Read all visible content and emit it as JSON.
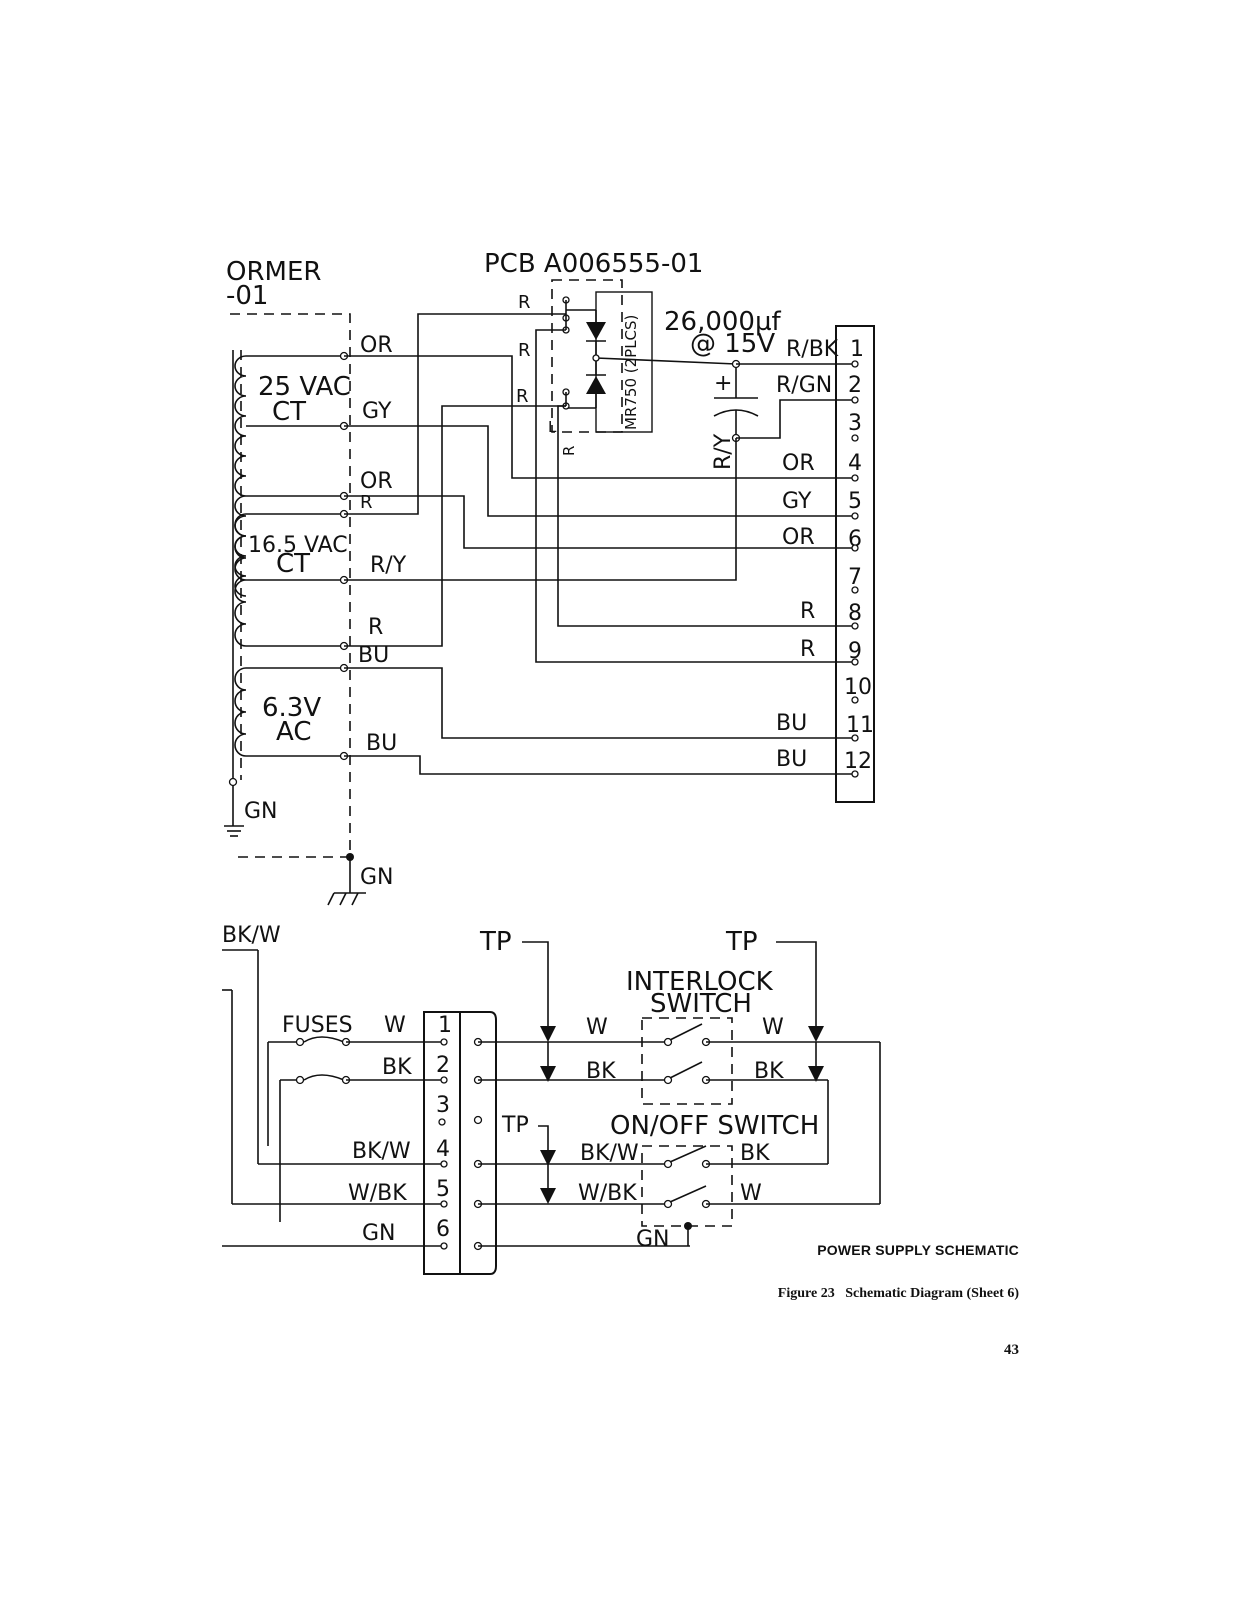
{
  "transformer": {
    "title_line1": "ORMER",
    "title_line2": "-01",
    "winding_25": {
      "line1": "25 VAC",
      "line2": "CT"
    },
    "winding_16": {
      "line1": "16.5 VAC",
      "line2": "CT"
    },
    "winding_63": {
      "line1": "6.3V",
      "line2": "AC"
    },
    "lead_labels": [
      "OR",
      "GY",
      "OR",
      "R",
      "R/Y",
      "R",
      "BU",
      "BU"
    ],
    "ground_label": "GN",
    "chassis_ground_label": "GN"
  },
  "pcb": {
    "title": "PCB A006555-01",
    "diode_label": "MR750 (2PLCS)",
    "pin_labels": [
      "R",
      "R",
      "R",
      "L",
      "R"
    ]
  },
  "capacitor": {
    "label_line1": "26,000µf",
    "label_line2": "@ 15V",
    "polarity": "+",
    "lead_label": "R/Y"
  },
  "connector_top": {
    "wire_labels": [
      "R/BK",
      "R/GN",
      "OR",
      "GY",
      "OR",
      "R",
      "R",
      "BU",
      "BU"
    ],
    "pins": [
      "1",
      "2",
      "3",
      "4",
      "5",
      "6",
      "7",
      "8",
      "9",
      "10",
      "11",
      "12"
    ]
  },
  "lower": {
    "input_label": "BK/W",
    "fuses_label": "FUSES",
    "left_wire_labels": [
      "W",
      "BK",
      "BK/W",
      "W/BK",
      "GN"
    ],
    "connector_pins": [
      "1",
      "2",
      "3",
      "4",
      "5",
      "6"
    ],
    "tp_labels": [
      "TP",
      "TP",
      "TP"
    ],
    "interlock_label_line1": "INTERLOCK",
    "interlock_label_line2": "SWITCH",
    "onoff_label": "ON/OFF SWITCH",
    "mid_wire_labels": [
      "W",
      "BK",
      "BK/W",
      "W/BK"
    ],
    "right_wire_labels": [
      "W",
      "BK",
      "BK",
      "W"
    ],
    "ground_label": "GN"
  },
  "caption": {
    "title": "POWER SUPPLY SCHEMATIC",
    "figure": "Figure 23   Schematic Diagram (Sheet 6)",
    "page_number": "43"
  }
}
